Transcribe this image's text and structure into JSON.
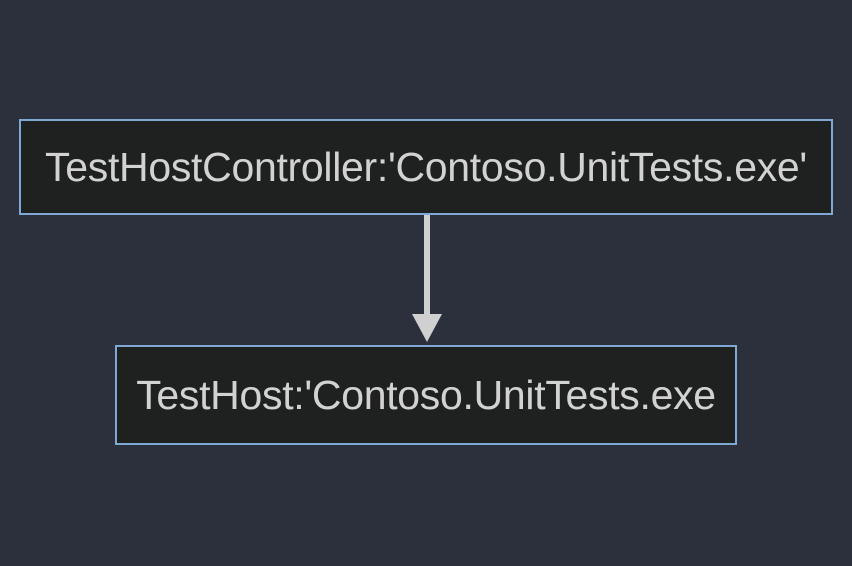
{
  "diagram": {
    "type": "flow-graph",
    "orientation": "top-down",
    "background_color": "#2b303c",
    "node_fill_color": "#1f2120",
    "node_border_color": "#7fa8d4",
    "node_text_color": "#d2d2d2",
    "edge_color": "#d0d0d0",
    "nodes": [
      {
        "id": "testhostcontroller",
        "label": "TestHostController:'Contoso.UnitTests.exe'"
      },
      {
        "id": "testhost",
        "label": "TestHost:'Contoso.UnitTests.exe"
      }
    ],
    "edges": [
      {
        "from": "testhostcontroller",
        "to": "testhost",
        "arrowhead": "filled-triangle",
        "label": ""
      }
    ]
  }
}
